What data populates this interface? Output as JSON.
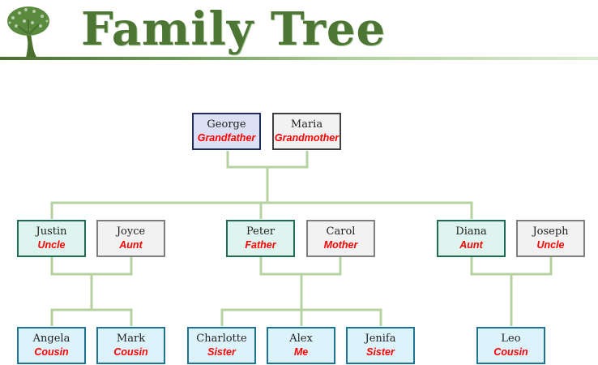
{
  "header": {
    "title": "Family Tree",
    "logo_icon": "tree-icon",
    "accent_color": "#4d7634"
  },
  "colors": {
    "connector": "#b5d3a2",
    "role_text": "#ff0000"
  },
  "generations": {
    "grandparents": [
      {
        "name": "George",
        "role": "Grandfather"
      },
      {
        "name": "Maria",
        "role": "Grandmother"
      }
    ],
    "parents": [
      {
        "name": "Justin",
        "role": "Uncle"
      },
      {
        "name": "Joyce",
        "role": "Aunt"
      },
      {
        "name": "Peter",
        "role": "Father"
      },
      {
        "name": "Carol",
        "role": "Mother"
      },
      {
        "name": "Diana",
        "role": "Aunt"
      },
      {
        "name": "Joseph",
        "role": "Uncle"
      }
    ],
    "children": [
      {
        "name": "Angela",
        "role": "Cousin"
      },
      {
        "name": "Mark",
        "role": "Cousin"
      },
      {
        "name": "Charlotte",
        "role": "Sister"
      },
      {
        "name": "Alex",
        "role": "Me"
      },
      {
        "name": "Jenifa",
        "role": "Sister"
      },
      {
        "name": "Leo",
        "role": "Cousin"
      }
    ]
  }
}
